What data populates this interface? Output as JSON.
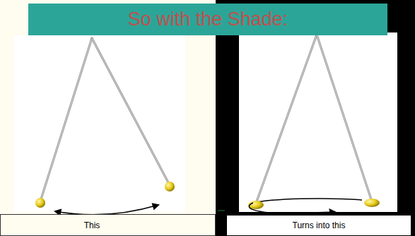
{
  "diagram": {
    "title": "So with the Shade:",
    "labels": [
      "This",
      "Turns into this"
    ]
  }
}
